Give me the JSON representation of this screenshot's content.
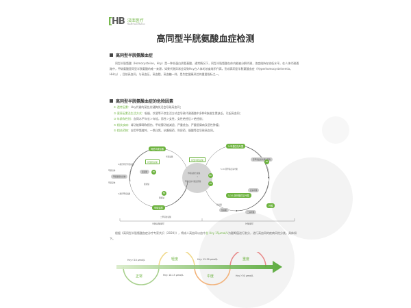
{
  "logo": {
    "mark": "HB",
    "name_cn": "汉库医疗",
    "name_en": "Health Bank Medical"
  },
  "title": "高同型半胱氨酸血症检测",
  "section1": {
    "heading": "高同型半胱氨酸血症",
    "paragraph": "同型半胱氨酸（Homocysteine，Hcy）是一种非蛋白质氨基酸，通常情况下，同型半胱氨酸在体内能被分解代谢，浓度维持在较低水平。在人体代谢通路中，甲硫氨酸是同型半胱氨酸的唯一来源，如果代谢异常会导致Hcy在人体的浓度堆积升高，形成高同型半胱氨酸血症（Hyperhomocysteinemia，HHcy），目前高血同，与高血压、高血脂、高血糖一样，是判定健康风险的重要指标之一。"
  },
  "section2": {
    "heading": "高同型半胱氨酸血症的危险因素",
    "items": [
      {
        "key": "① 遗传因素：",
        "text": "Hcy代谢的某些关键酶失活会导致高血同；"
      },
      {
        "key": "② 营养因素及生活方式：",
        "text": "吸烟、饮酒等不良生活方式会导致代谢通路中多种B族维生素缺乏，引起高血同；"
      },
      {
        "key": "③ 年龄和性别：",
        "text": "血同水平年长＞年轻，男性＞女性，女性绝经后＞绝经前；"
      },
      {
        "key": "④ 相关疾病：",
        "text": "肾功能障碍和损伤、甲状腺功能减退、严重贫血、严重银屑病及恶性肿瘤；"
      },
      {
        "key": "⑤ 相关药物：",
        "text": "应用甲氨蝶呤、一氧化氮、抗癫痫药、利尿药、烟酸等会导致高血同。"
      }
    ]
  },
  "diagram": {
    "left_cycle": {
      "top_pill": "同型半胱氨酸",
      "bottom_pill": "甲硫氨酸",
      "box": "同型胱氨酸",
      "center_pill": "甲硫腺苷化合物",
      "labels": [
        "S-腺苷同型半胱氨酸",
        "S-腺苷甲硫氨酸",
        "胱硫醚",
        "半胱氨酸",
        "甲基供体",
        "甲基受体",
        "蛋氨酸",
        "甜菜碱",
        "二甲基甘氨酸"
      ],
      "badges": [
        "B6",
        "B6"
      ],
      "caption": "半胱氨酸循环"
    },
    "center": {
      "box": "同型半胱氨酸",
      "circle_lines": [
        "甲硫氨酸合成酶",
        "+",
        "甲基四氢叶酸还原酶"
      ],
      "badges": [
        "B12",
        "B2"
      ]
    },
    "right_cycle": {
      "top_pill": "5-甲基四氢叶酸",
      "mid_pill": "5,10-亚甲基四氢叶酸",
      "bottom_pill": "5,10-亚甲基四氢叶酸",
      "gray_pill": "亚甲基四氢叶酸还原酶",
      "folate_pill": "叶酸",
      "labels": [
        "四氢叶酸",
        "二氢叶酸",
        "丝氨酸",
        "甘氨酸"
      ],
      "badge": "B2",
      "caption": "叶酸循环"
    }
  },
  "note": {
    "before": "根据《高同型半胱氨酸血症诊疗专家共识（2020）》，将成人高血同以血中",
    "highlight": "总 Hcy 15μmol/L",
    "after": "为截断值进行划分，进行高血同的疾病风险分类，具体如下。"
  },
  "levels": [
    {
      "name": "正常",
      "range": "Hcy＜10 μmol/L",
      "color": "#a8d08d"
    },
    {
      "name": "轻度",
      "range": "Hcy: 10-15 μmol/L",
      "color": "#f0d88a"
    },
    {
      "name": "中度",
      "range": "Hcy: 15-30 μmol/L",
      "color": "#f2b27a"
    },
    {
      "name": "重度",
      "range": "Hcy＞30 μmol/L",
      "color": "#e88a8a"
    }
  ],
  "colors": {
    "accent": "#6db33f",
    "text": "#444444",
    "bg_shape": "#f3f3f3"
  }
}
